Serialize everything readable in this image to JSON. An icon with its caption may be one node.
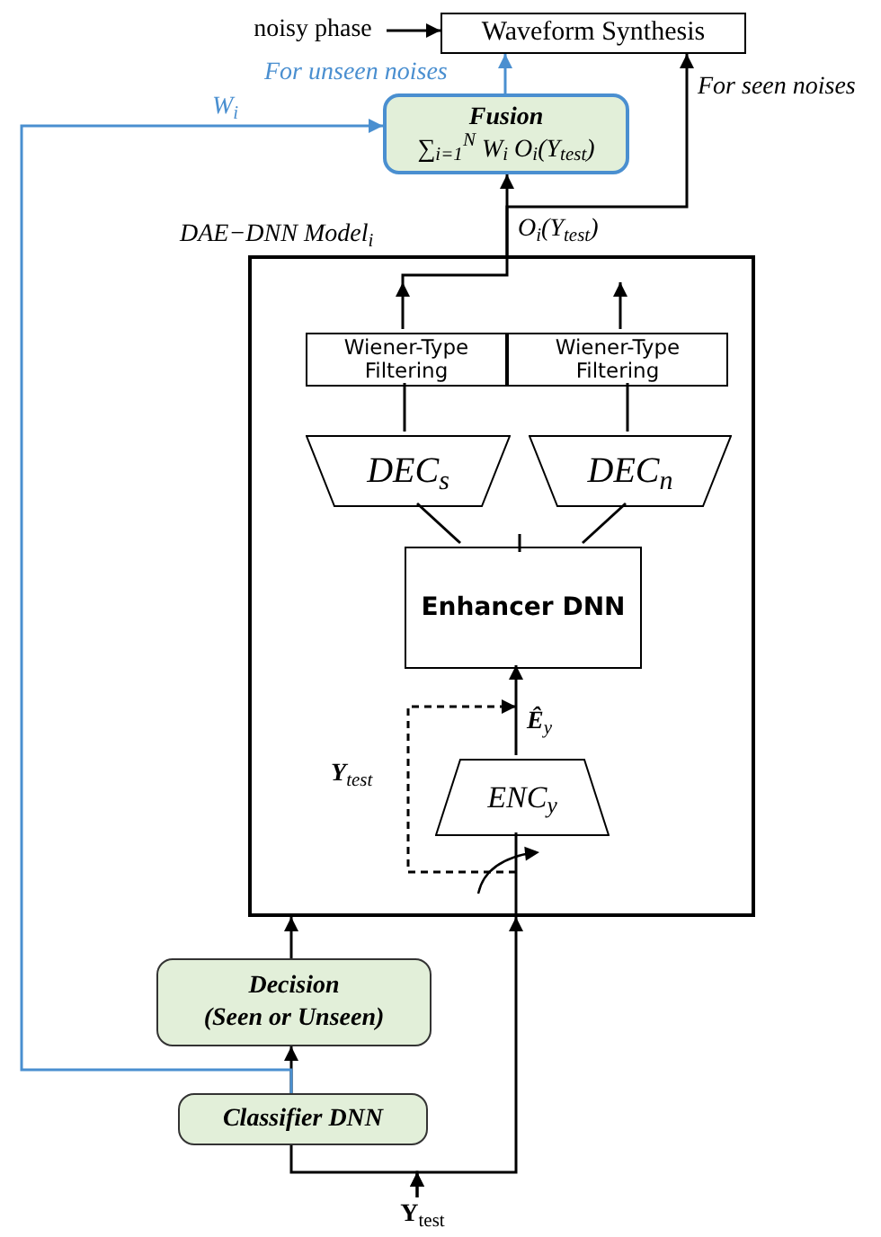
{
  "diagram": {
    "nodes": [
      {
        "text": [
          "noisy phase"
        ]
      },
      {
        "text": [
          "Waveform Synthesis"
        ]
      },
      {
        "text": [
          "Fusion",
          "∑$_{i=1}$$^{N}$ W$_{i}$ O$_{i}$(Y$_{test}$)"
        ]
      },
      {
        "text": [
          "DAE−DNN Model$_{i}$"
        ]
      },
      {
        "text": [
          "Wiener-Type Filtering"
        ],
        "in": 3
      },
      {
        "text": [
          "Wiener-Type Filtering"
        ],
        "in": 3
      },
      {
        "text": [
          "DEC$_{s}$"
        ],
        "in": 3
      },
      {
        "text": [
          "DEC$_{n}$"
        ],
        "in": 3
      },
      {
        "text": [
          "Enhancer DNN"
        ],
        "in": 3
      },
      {
        "text": [
          "ENC$_{y}$"
        ],
        "in": 3
      },
      {
        "text": [
          "Decision",
          "(Seen or Unseen)"
        ]
      },
      {
        "text": [
          "Classifier DNN"
        ]
      },
      {
        "text": [
          "**Y**$_{test}$"
        ]
      }
    ],
    "edges": [
      {
        "from": 0,
        "to": 1,
        "arrow": "to"
      },
      {
        "from": 2,
        "to": 1,
        "arrow": "to",
        "label": "For unseen noises",
        "color": "#4a8fd0"
      },
      {
        "from": 3,
        "to": 1,
        "arrow": "to",
        "label": "For seen noises"
      },
      {
        "from": 3,
        "to": 2,
        "arrow": "to"
      },
      {
        "from": 4,
        "to": null,
        "arrow": "to"
      },
      {
        "from": 5,
        "to": null,
        "arrow": "to"
      },
      {
        "from": 6,
        "to": 4,
        "arrow": "none"
      },
      {
        "from": 7,
        "to": 5,
        "arrow": "none"
      },
      {
        "from": 8,
        "to": 6,
        "arrow": "none"
      },
      {
        "from": 8,
        "to": 7,
        "arrow": "none"
      },
      {
        "from": 9,
        "to": 8,
        "arrow": "to",
        "label": "**Ê**$_{y}$"
      },
      {
        "from": null,
        "to": 8,
        "arrow": "to",
        "label": "**Y**$_{test}$",
        "style": "dashed"
      },
      {
        "from": 3,
        "to": 9,
        "arrow": "none"
      },
      {
        "from": 12,
        "to": 11,
        "arrow": "to"
      },
      {
        "from": 12,
        "to": 3,
        "arrow": "to"
      },
      {
        "from": 11,
        "to": 10,
        "arrow": "to"
      },
      {
        "from": 11,
        "to": 2,
        "arrow": "to",
        "label": "W$_{i}$",
        "color": "#4a8fd0"
      },
      {
        "from": 10,
        "to": 3,
        "arrow": "to"
      }
    ],
    "labels": [
      "O$_{i}$(Y$_{test}$)"
    ]
  }
}
